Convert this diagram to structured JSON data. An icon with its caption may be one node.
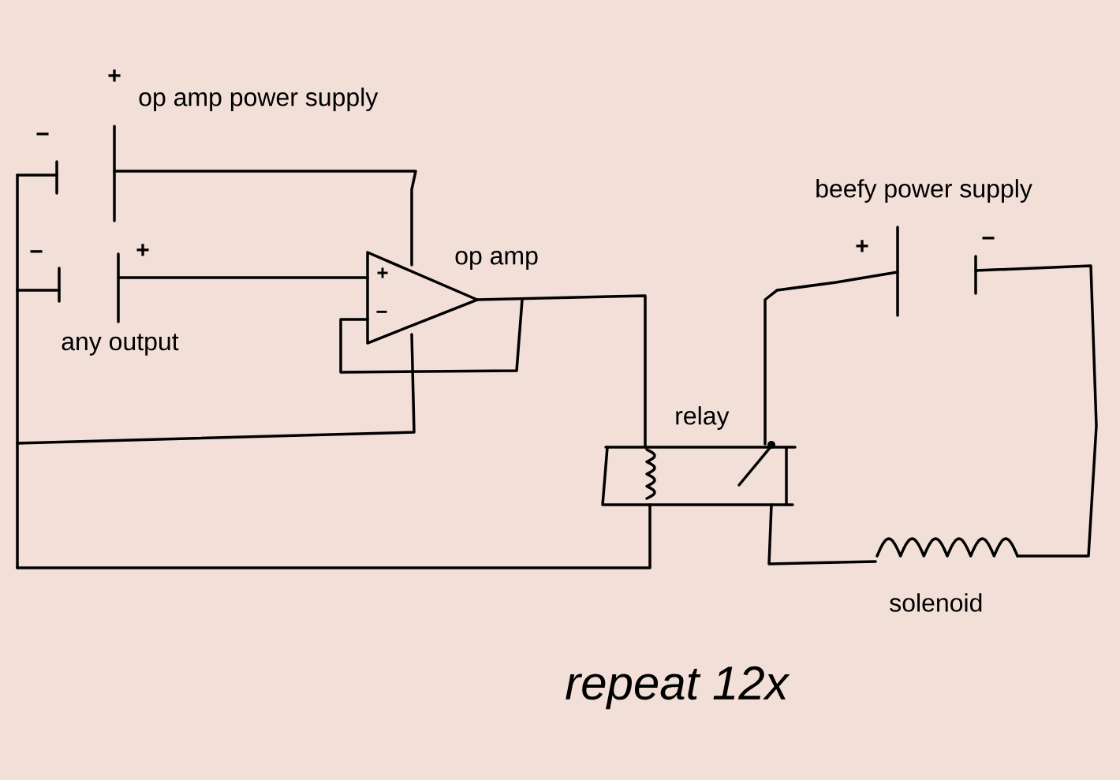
{
  "diagram": {
    "labels": [
      "+",
      "op amp power supply",
      "−",
      "beefy power supply",
      "+",
      "−",
      "+",
      "−",
      "op amp",
      "+",
      "−",
      "any output",
      "relay",
      "solenoid",
      "repeat 12x"
    ]
  }
}
